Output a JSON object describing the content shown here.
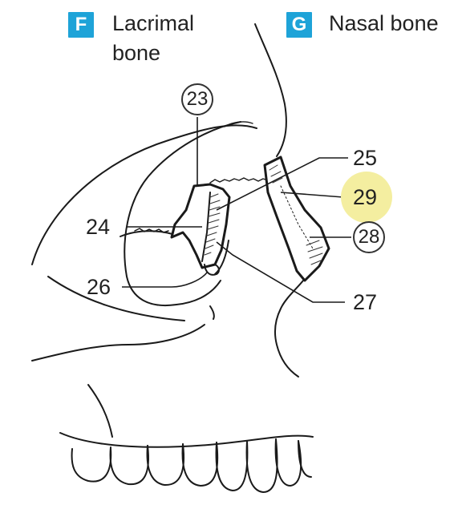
{
  "panels": [
    {
      "badge": "F",
      "title_line1": "Lacrimal",
      "title_line2": "bone"
    },
    {
      "badge": "G",
      "title_line1": "Nasal bone",
      "title_line2": ""
    }
  ],
  "labels": {
    "l23": "23",
    "l24": "24",
    "l25": "25",
    "l26": "26",
    "l27": "27",
    "l28": "28",
    "l29": "29"
  },
  "colors": {
    "badge": "#1ea3d8",
    "highlight": "#f4eea0",
    "line": "#1a1a1a"
  }
}
